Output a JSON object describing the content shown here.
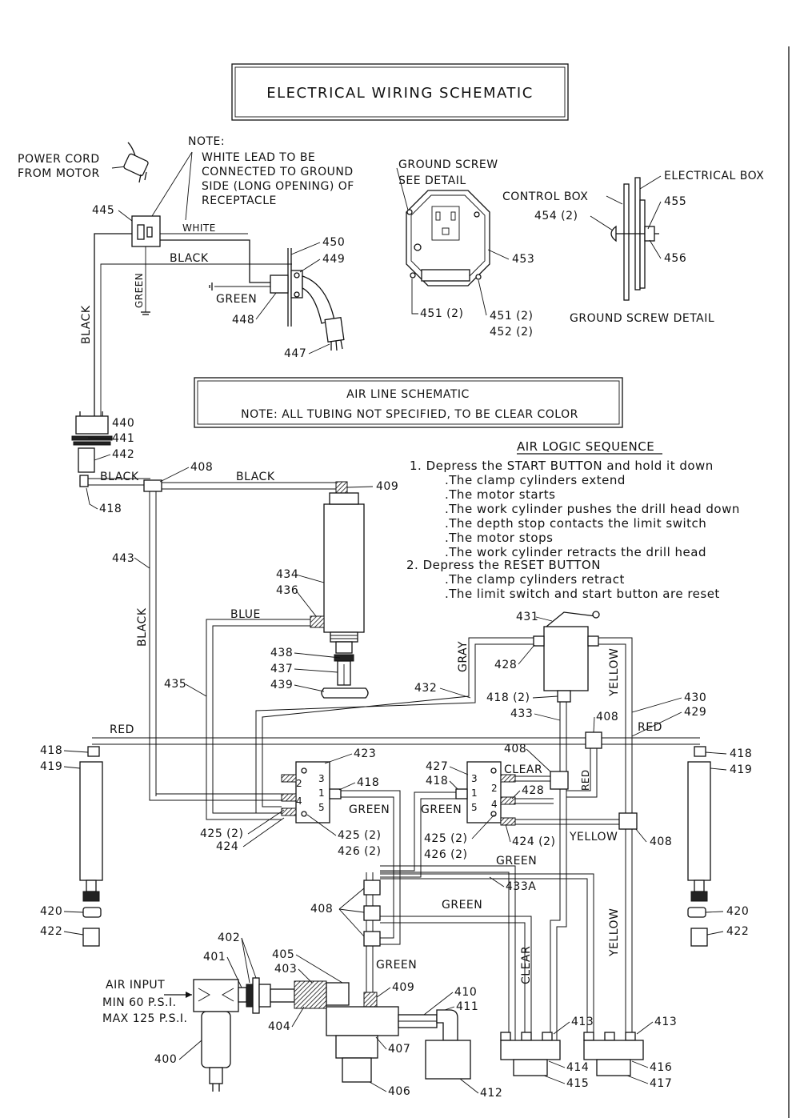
{
  "title": "ELECTRICAL WIRING SCHEMATIC",
  "air_title": "AIR LINE SCHEMATIC",
  "air_note": "NOTE: ALL TUBING NOT SPECIFIED, TO BE CLEAR COLOR",
  "note": {
    "head": "NOTE:",
    "lines": [
      "WHITE LEAD TO BE",
      "CONNECTED TO GROUND",
      "SIDE (LONG OPENING) OF",
      "RECEPTACLE"
    ]
  },
  "power_cord": [
    "POWER CORD",
    "FROM MOTOR"
  ],
  "ground_screw": [
    "GROUND SCREW",
    "SEE DETAIL"
  ],
  "electrical_box": "ELECTRICAL BOX",
  "control_box": "CONTROL BOX",
  "ground_screw_detail": "GROUND SCREW DETAIL",
  "air_input": [
    "AIR INPUT",
    "MIN 60 P.S.I.",
    "MAX 125 P.S.I."
  ],
  "sequence": {
    "title": "AIR LOGIC SEQUENCE",
    "lines": [
      "1. Depress the START BUTTON and hold it down",
      ".The clamp cylinders extend",
      ".The motor starts",
      ".The work cylinder pushes the drill head down",
      ".The depth stop contacts the limit switch",
      ".The motor stops",
      ".The work cylinder retracts the drill head",
      "2. Depress the RESET BUTTON",
      ".The clamp cylinders retract",
      ".The limit switch and start button are reset"
    ]
  },
  "wire_labels": {
    "white": "WHITE",
    "black": "BLACK",
    "green": "GREEN",
    "blue": "BLUE",
    "red": "RED",
    "gray": "GRAY",
    "yellow": "YELLOW",
    "clear": "CLEAR"
  },
  "valve_ports": {
    "p3": "3",
    "p1": "1",
    "p2": "2",
    "p4": "4",
    "p5": "5"
  },
  "parts": {
    "p400": "400",
    "p401": "401",
    "p402": "402",
    "p403": "403",
    "p404": "404",
    "p405": "405",
    "p406": "406",
    "p407": "407",
    "p408": "408",
    "p409": "409",
    "p410": "410",
    "p411": "411",
    "p412": "412",
    "p413": "413",
    "p414": "414",
    "p415": "415",
    "p416": "416",
    "p417": "417",
    "p418": "418",
    "p418_2": "418 (2)",
    "p419": "419",
    "p420": "420",
    "p422": "422",
    "p423": "423",
    "p424": "424",
    "p424_2": "424 (2)",
    "p425_2": "425 (2)",
    "p426_2": "426 (2)",
    "p427": "427",
    "p428": "428",
    "p429": "429",
    "p430": "430",
    "p431": "431",
    "p432": "432",
    "p433": "433",
    "p433a": "433A",
    "p434": "434",
    "p435": "435",
    "p436": "436",
    "p437": "437",
    "p438": "438",
    "p439": "439",
    "p440": "440",
    "p441": "441",
    "p442": "442",
    "p443": "443",
    "p445": "445",
    "p447": "447",
    "p448": "448",
    "p449": "449",
    "p450": "450",
    "p451_2": "451 (2)",
    "p452_2": "452 (2)",
    "p453": "453",
    "p454_2": "454 (2)",
    "p455": "455",
    "p456": "456"
  }
}
